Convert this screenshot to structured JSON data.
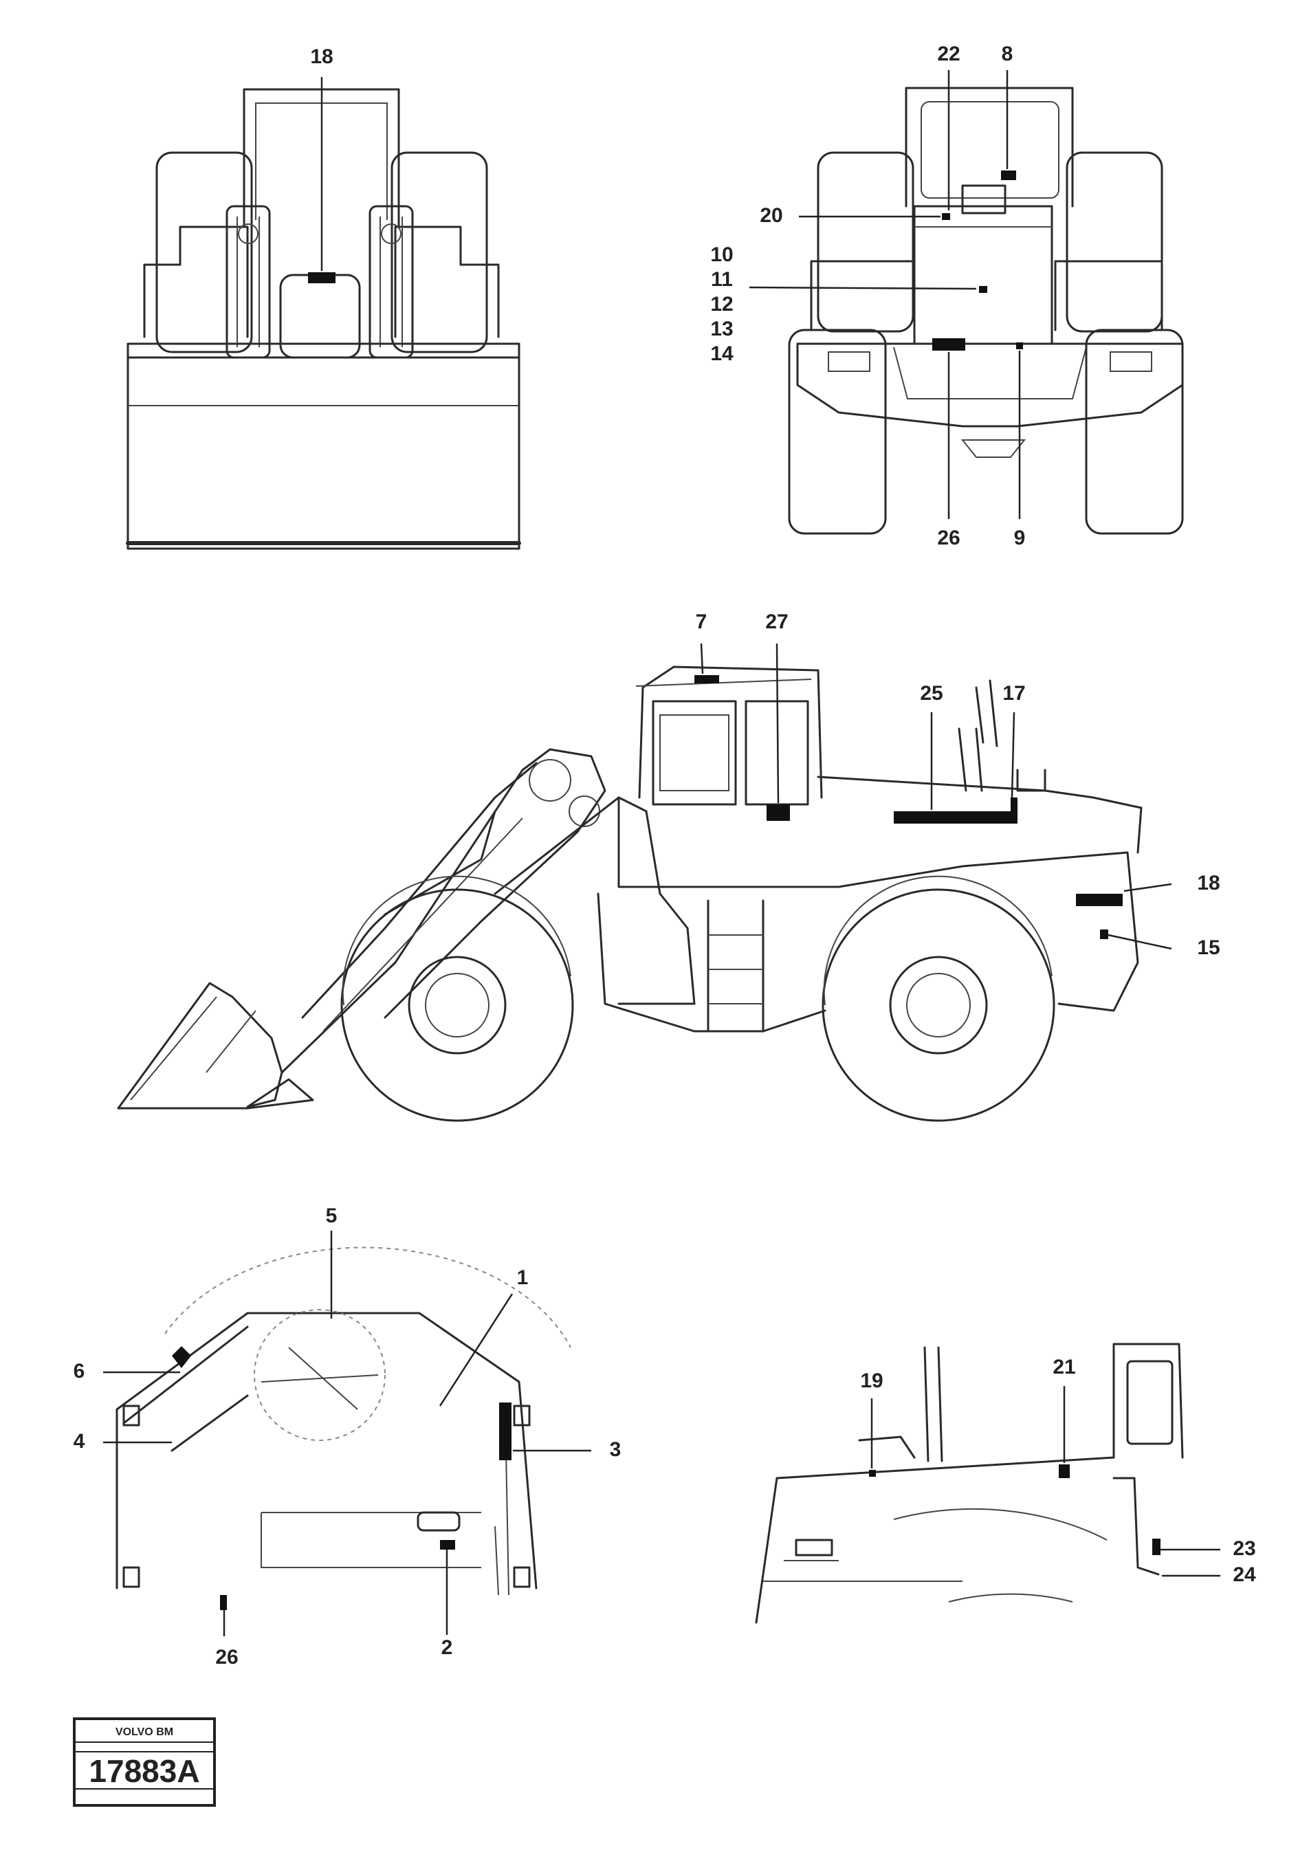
{
  "callouts": {
    "c18_front": "18",
    "c22": "22",
    "c8": "8",
    "c20": "20",
    "c10": "10",
    "c11": "11",
    "c12": "12",
    "c13": "13",
    "c14": "14",
    "c26_rear": "26",
    "c9": "9",
    "c7": "7",
    "c27": "27",
    "c25": "25",
    "c17": "17",
    "c18_side": "18",
    "c15": "15",
    "c5": "5",
    "c1": "1",
    "c6": "6",
    "c4": "4",
    "c3": "3",
    "c26_cab": "26",
    "c2": "2",
    "c19": "19",
    "c21": "21",
    "c23": "23",
    "c24": "24"
  },
  "stamp": {
    "brand": "VOLVO BM",
    "number": "17883A"
  }
}
